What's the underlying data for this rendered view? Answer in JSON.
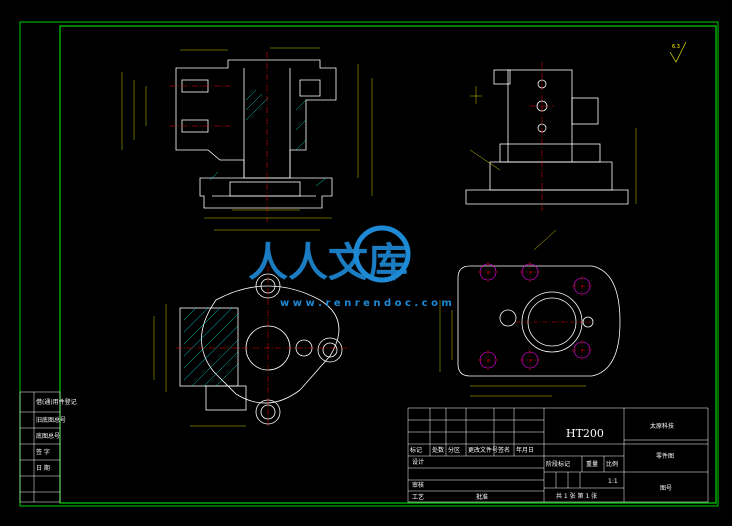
{
  "colors": {
    "background": "#000000",
    "frame": "#00ff00",
    "geometry": "#ffffff",
    "dimension": "#ffff00",
    "centerline": "#ff0000",
    "hatch": "#00ffff",
    "hole": "#ff00ff",
    "watermark": "#1e8ad6"
  },
  "watermark": {
    "title": "人人文库",
    "url": "w w w . r e n r e n d o c . c o m"
  },
  "title_block": {
    "material": "HT200",
    "company": "太原科技",
    "drawing_type": "零件图",
    "row_labels": [
      "标记",
      "处数",
      "分区",
      "更改文件号",
      "签名",
      "年月日"
    ],
    "design": "设计",
    "review": "审核",
    "process": "工艺",
    "approve": "批准",
    "stage_label": "阶段标记",
    "weight_label": "重量",
    "scale_label": "比例",
    "scale_value": "1:1",
    "sheet_info": "共 1 张 第 1 张",
    "drawing_no": "图号"
  },
  "side_table": {
    "rows": [
      "借(通)用件登记",
      "旧底图总号",
      "底图总号",
      "签 字",
      "日 期"
    ]
  },
  "roughness": {
    "value": "6.3"
  }
}
